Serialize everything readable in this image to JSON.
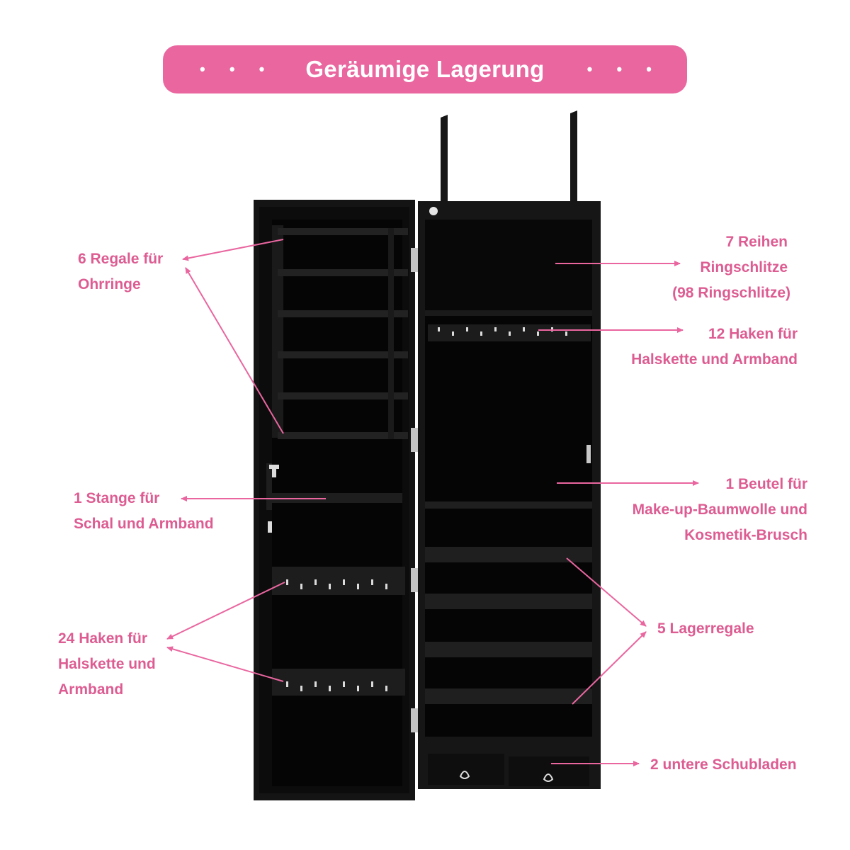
{
  "colors": {
    "accent": "#e9669f",
    "text": "#dd5c92",
    "cabinet": "#111111",
    "cabinet_inner": "#050505",
    "shelf": "#1c1c1c",
    "hinge": "#bdbdbd"
  },
  "banner": {
    "title": "Geräumige Lagerung",
    "dots_left": "• • •",
    "dots_right": "• • •"
  },
  "labels": {
    "earrings": {
      "line1": "6 Regale für",
      "line2": "Ohrringe"
    },
    "scarf": {
      "line1": "1 Stange für",
      "line2": "Schal und Armband"
    },
    "hooks24": {
      "line1": "24 Haken für",
      "line2": "Halskette und",
      "line3": "Armband"
    },
    "rings": {
      "line1": "7 Reihen",
      "line2": "Ringschlitze",
      "line3": "(98 Ringschlitze)"
    },
    "hooks12": {
      "line1": "12 Haken für",
      "line2": "Halskette und Armband"
    },
    "pouch": {
      "line1": "1 Beutel für",
      "line2": "Make-up-Baumwolle und",
      "line3": "Kosmetik-Brusch"
    },
    "shelves": {
      "line1": "5 Lagerregale"
    },
    "drawers": {
      "line1": "2 untere Schubladen"
    }
  },
  "icons": {
    "drawer_pull": "drawer-pull-icon",
    "hinge": "hinge-icon",
    "lock": "lock-icon",
    "arrow": "arrow-icon"
  }
}
